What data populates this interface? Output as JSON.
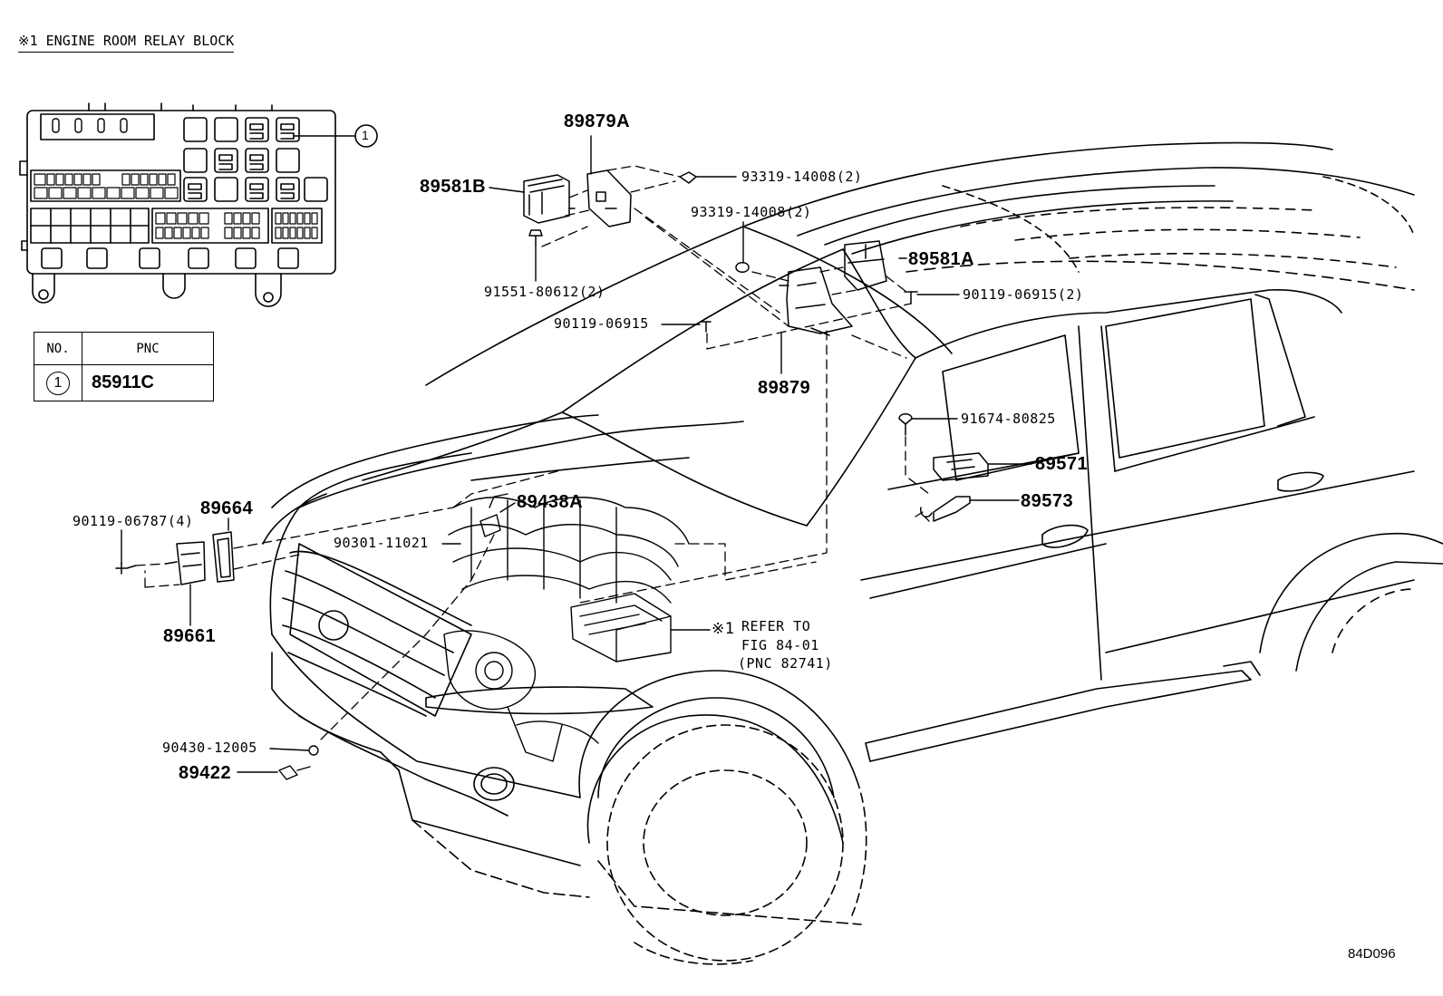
{
  "title": "※1 ENGINE ROOM RELAY BLOCK",
  "relay_block": {
    "callout": "1"
  },
  "table": {
    "headers": [
      "NO.",
      "PNC"
    ],
    "rows": [
      {
        "no": "1",
        "pnc": "85911C"
      }
    ]
  },
  "parts": {
    "p89879A": "89879A",
    "p89581B": "89581B",
    "b93319_top": "93319-14008(2)",
    "b93319_mid": "93319-14008(2)",
    "p89581A": "89581A",
    "b90119_2": "90119-06915(2)",
    "b91551": "91551-80612(2)",
    "b90119_single": "90119-06915",
    "p89879": "89879",
    "b91674": "91674-80825",
    "p89571": "89571",
    "p89573": "89573",
    "p89664": "89664",
    "b90119_4": "90119-06787(4)",
    "p89438A": "89438A",
    "b90301": "90301-11021",
    "p89661": "89661",
    "refer_mark": "※1",
    "refer_line1": "REFER TO",
    "refer_line2": "FIG 84-01",
    "refer_line3": "(PNC 82741)",
    "b90430": "90430-12005",
    "p89422": "89422"
  },
  "figure_code": "84D096"
}
